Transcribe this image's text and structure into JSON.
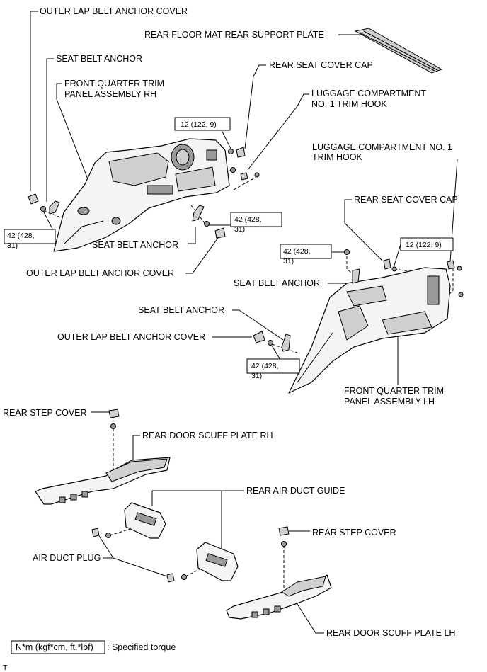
{
  "labels": {
    "outer_lap_cover_top": "OUTER LAP BELT ANCHOR COVER",
    "seat_belt_anchor_top": "SEAT BELT ANCHOR",
    "front_quarter_rh_1": "FRONT QUARTER TRIM",
    "front_quarter_rh_2": "PANEL ASSEMBLY RH",
    "rear_floor_mat_plate": "REAR FLOOR MAT REAR SUPPORT PLATE",
    "rear_seat_cover_cap_top": "REAR SEAT COVER CAP",
    "luggage_hook_1_1": "LUGGAGE COMPARTMENT",
    "luggage_hook_1_2": "NO. 1 TRIM HOOK",
    "luggage_hook_2_1": "LUGGAGE COMPARTMENT NO. 1",
    "luggage_hook_2_2": "TRIM HOOK",
    "rear_seat_cover_cap_mid": "REAR SEAT COVER CAP",
    "seat_belt_anchor_rh_lower": "SEAT BELT ANCHOR",
    "outer_lap_cover_rh_lower": "OUTER LAP BELT ANCHOR COVER",
    "seat_belt_anchor_lh_upper": "SEAT BELT ANCHOR",
    "seat_belt_anchor_lh_lower": "SEAT BELT ANCHOR",
    "outer_lap_cover_lh": "OUTER LAP BELT ANCHOR COVER",
    "front_quarter_lh_1": "FRONT QUARTER TRIM",
    "front_quarter_lh_2": "PANEL ASSEMBLY LH",
    "rear_step_cover_rh": "REAR STEP COVER",
    "rear_door_scuff_rh": "REAR DOOR SCUFF PLATE RH",
    "rear_air_duct_guide": "REAR AIR DUCT GUIDE",
    "air_duct_plug": "AIR DUCT PLUG",
    "rear_step_cover_lh": "REAR STEP COVER",
    "rear_door_scuff_lh": "REAR DOOR SCUFF PLATE LH"
  },
  "torques": {
    "t1": {
      "line1": "12 (122, 9)",
      "line2": ""
    },
    "t2": {
      "line1": "42 (428,",
      "line2": "31)"
    },
    "t3": {
      "line1": "42 (428,",
      "line2": "31)"
    },
    "t4": {
      "line1": "42 (428,",
      "line2": "31)"
    },
    "t5": {
      "line1": "12 (122, 9)",
      "line2": ""
    },
    "t6": {
      "line1": "42 (428,",
      "line2": "31)"
    }
  },
  "legend": {
    "unit": "N*m (kgf*cm, ft.*lbf)",
    "meaning": ": Specified torque"
  },
  "corner_mark": "T"
}
